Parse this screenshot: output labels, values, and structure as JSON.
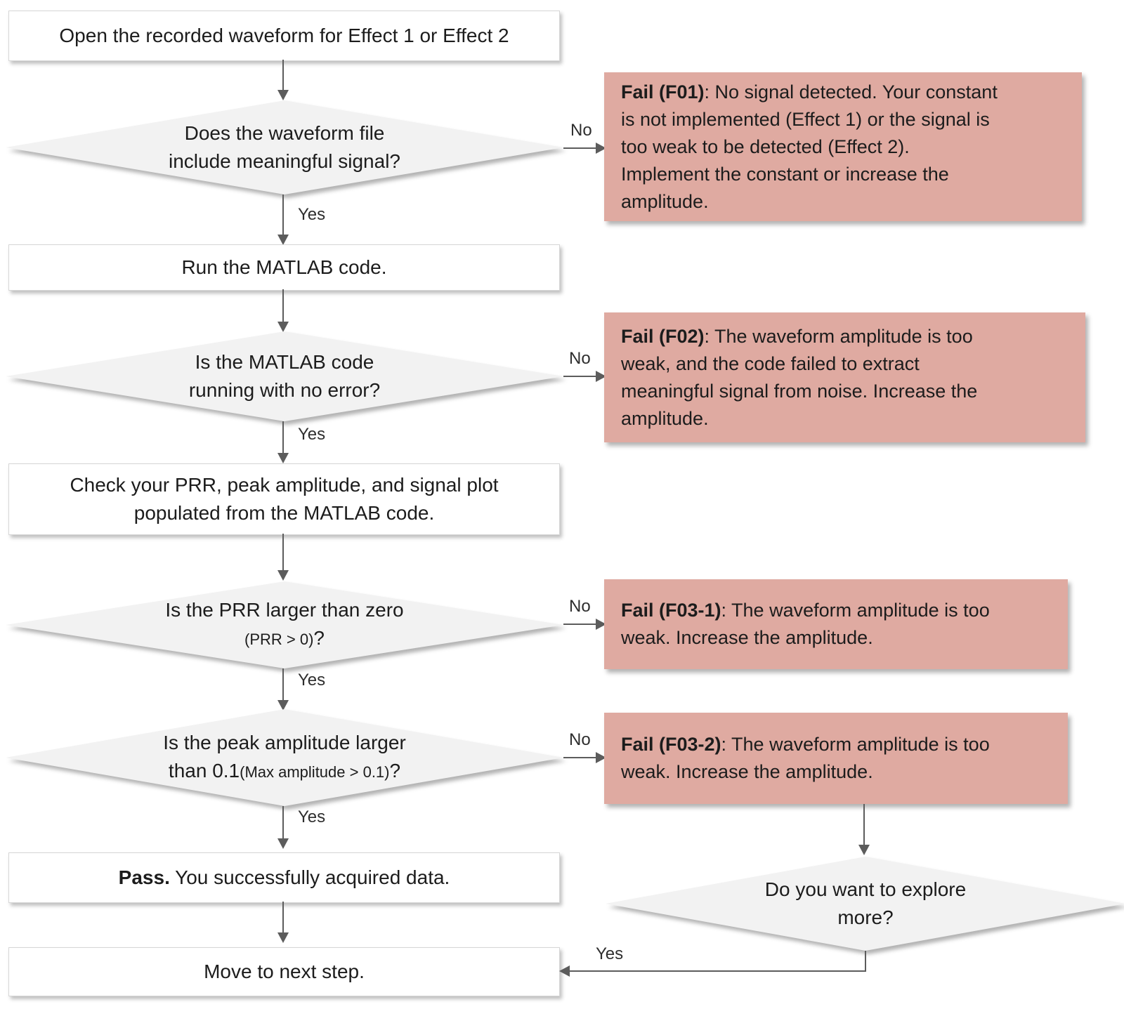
{
  "flow": {
    "start": {
      "text": "Open the recorded waveform for Effect 1 or Effect 2"
    },
    "d_signal": {
      "line1": "Does the waveform file",
      "line2": "include meaningful signal?"
    },
    "run": {
      "text": "Run the MATLAB code."
    },
    "d_error": {
      "line1": "Is the MATLAB code",
      "line2": "running with no error?"
    },
    "check": {
      "line1": "Check your PRR, peak amplitude, and signal plot",
      "line2": "populated from the MATLAB code."
    },
    "d_prr": {
      "line1": "Is the PRR  larger than zero",
      "line2_small": "(PRR > 0)",
      "line2_suffix": "?"
    },
    "d_amp": {
      "line1": "Is the peak amplitude larger",
      "line2_main": "than 0.1",
      "line2_small": "(Max amplitude > 0.1)",
      "line2_suffix": "?"
    },
    "pass": {
      "label": "Pass.",
      "text": " You successfully acquired data."
    },
    "move": {
      "text": "Move to next step."
    },
    "d_explore": {
      "line1": "Do you want to explore",
      "line2": "more?"
    }
  },
  "fails": {
    "f01": {
      "label": "Fail (F01)",
      "text": ": No signal detected. Your constant\nis not implemented (Effect 1) or the signal is\ntoo weak to be detected (Effect 2).\nImplement the constant or increase the\namplitude."
    },
    "f02": {
      "label": "Fail (F02)",
      "text": ": The waveform amplitude is too\nweak, and the code failed to extract\nmeaningful signal from noise. Increase the\namplitude."
    },
    "f03_1": {
      "label": "Fail (F03-1)",
      "text": ": The waveform amplitude is too\nweak. Increase the amplitude."
    },
    "f03_2": {
      "label": "Fail (F03-2)",
      "text": ": The waveform amplitude is too\nweak. Increase the amplitude."
    }
  },
  "labels": {
    "yes": "Yes",
    "no": "No"
  },
  "colors": {
    "fail_bg": "#dfaaa1",
    "diamond_bg": "#f2f2f2",
    "box_bg": "#ffffff",
    "line": "#5c5c5c"
  }
}
